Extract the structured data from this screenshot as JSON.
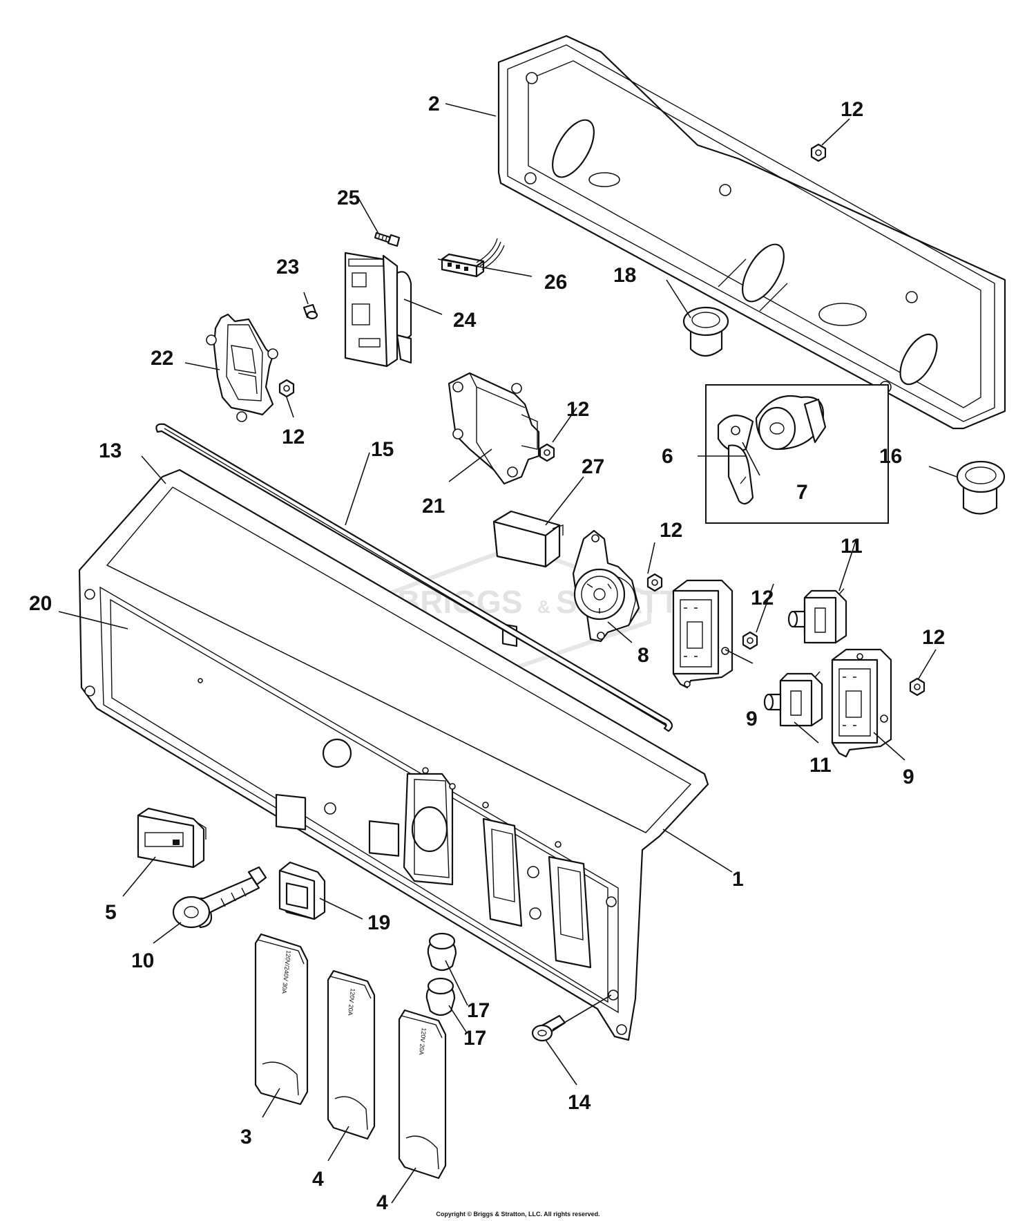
{
  "watermark": {
    "brand": "BRIGGS",
    "brand_ampersand": "&",
    "brand_second": "STRATTON"
  },
  "callouts": {
    "c1": "1",
    "c2": "2",
    "c3": "3",
    "c4a": "4",
    "c4b": "4",
    "c5": "5",
    "c6": "6",
    "c7": "7",
    "c8": "8",
    "c9a": "9",
    "c9b": "9",
    "c10": "10",
    "c11a": "11",
    "c11b": "11",
    "c12a": "12",
    "c12b": "12",
    "c12c": "12",
    "c12d": "12",
    "c12e": "12",
    "c12f": "12",
    "c13": "13",
    "c14": "14",
    "c15": "15",
    "c16": "16",
    "c17a": "17",
    "c17b": "17",
    "c18": "18",
    "c19": "19",
    "c20": "20",
    "c21": "21",
    "c22": "22",
    "c23": "23",
    "c24": "24",
    "c25": "25",
    "c26": "26",
    "c27": "27"
  },
  "covers": {
    "cover3": "120V/240V 30A",
    "cover4a": "120V 20A",
    "cover4b": "120V 20A"
  },
  "copyright": "Copyright © Briggs & Stratton, LLC. All rights reserved."
}
